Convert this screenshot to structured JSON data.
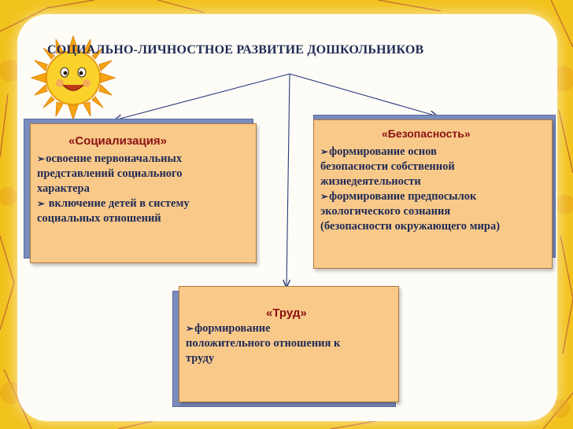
{
  "title": "СОЦИАЛЬНО-ЛИЧНОСТНОЕ  РАЗВИТИЕ ДОШКОЛЬНИКОВ",
  "icons": {
    "sun": "sun-face-icon",
    "bullet": "arrowhead-bullet-icon"
  },
  "colors": {
    "background": "#f2c21c",
    "box_fill": "#f9c98a",
    "box_shadow": "#7a8cbd",
    "heading": "#8a1212",
    "text": "#1e2a55",
    "arrow": "#2b3a7a"
  },
  "boxes": {
    "socialization": {
      "heading": "«Социализация»",
      "lines": [
        "освоение первоначальных",
        "представлений социального",
        "характера",
        " включение детей в систему",
        "социальных отношений"
      ]
    },
    "safety": {
      "heading": "«Безопасность»",
      "lines": [
        "формирование основ",
        "безопасности собственной",
        "жизнедеятельности",
        "формирование предпосылок",
        "экологического сознания",
        "(безопасности окружающего мира)"
      ]
    },
    "labor": {
      "heading": "«Труд»",
      "lines": [
        "формирование",
        "положительного отношения к",
        "труду"
      ]
    }
  }
}
